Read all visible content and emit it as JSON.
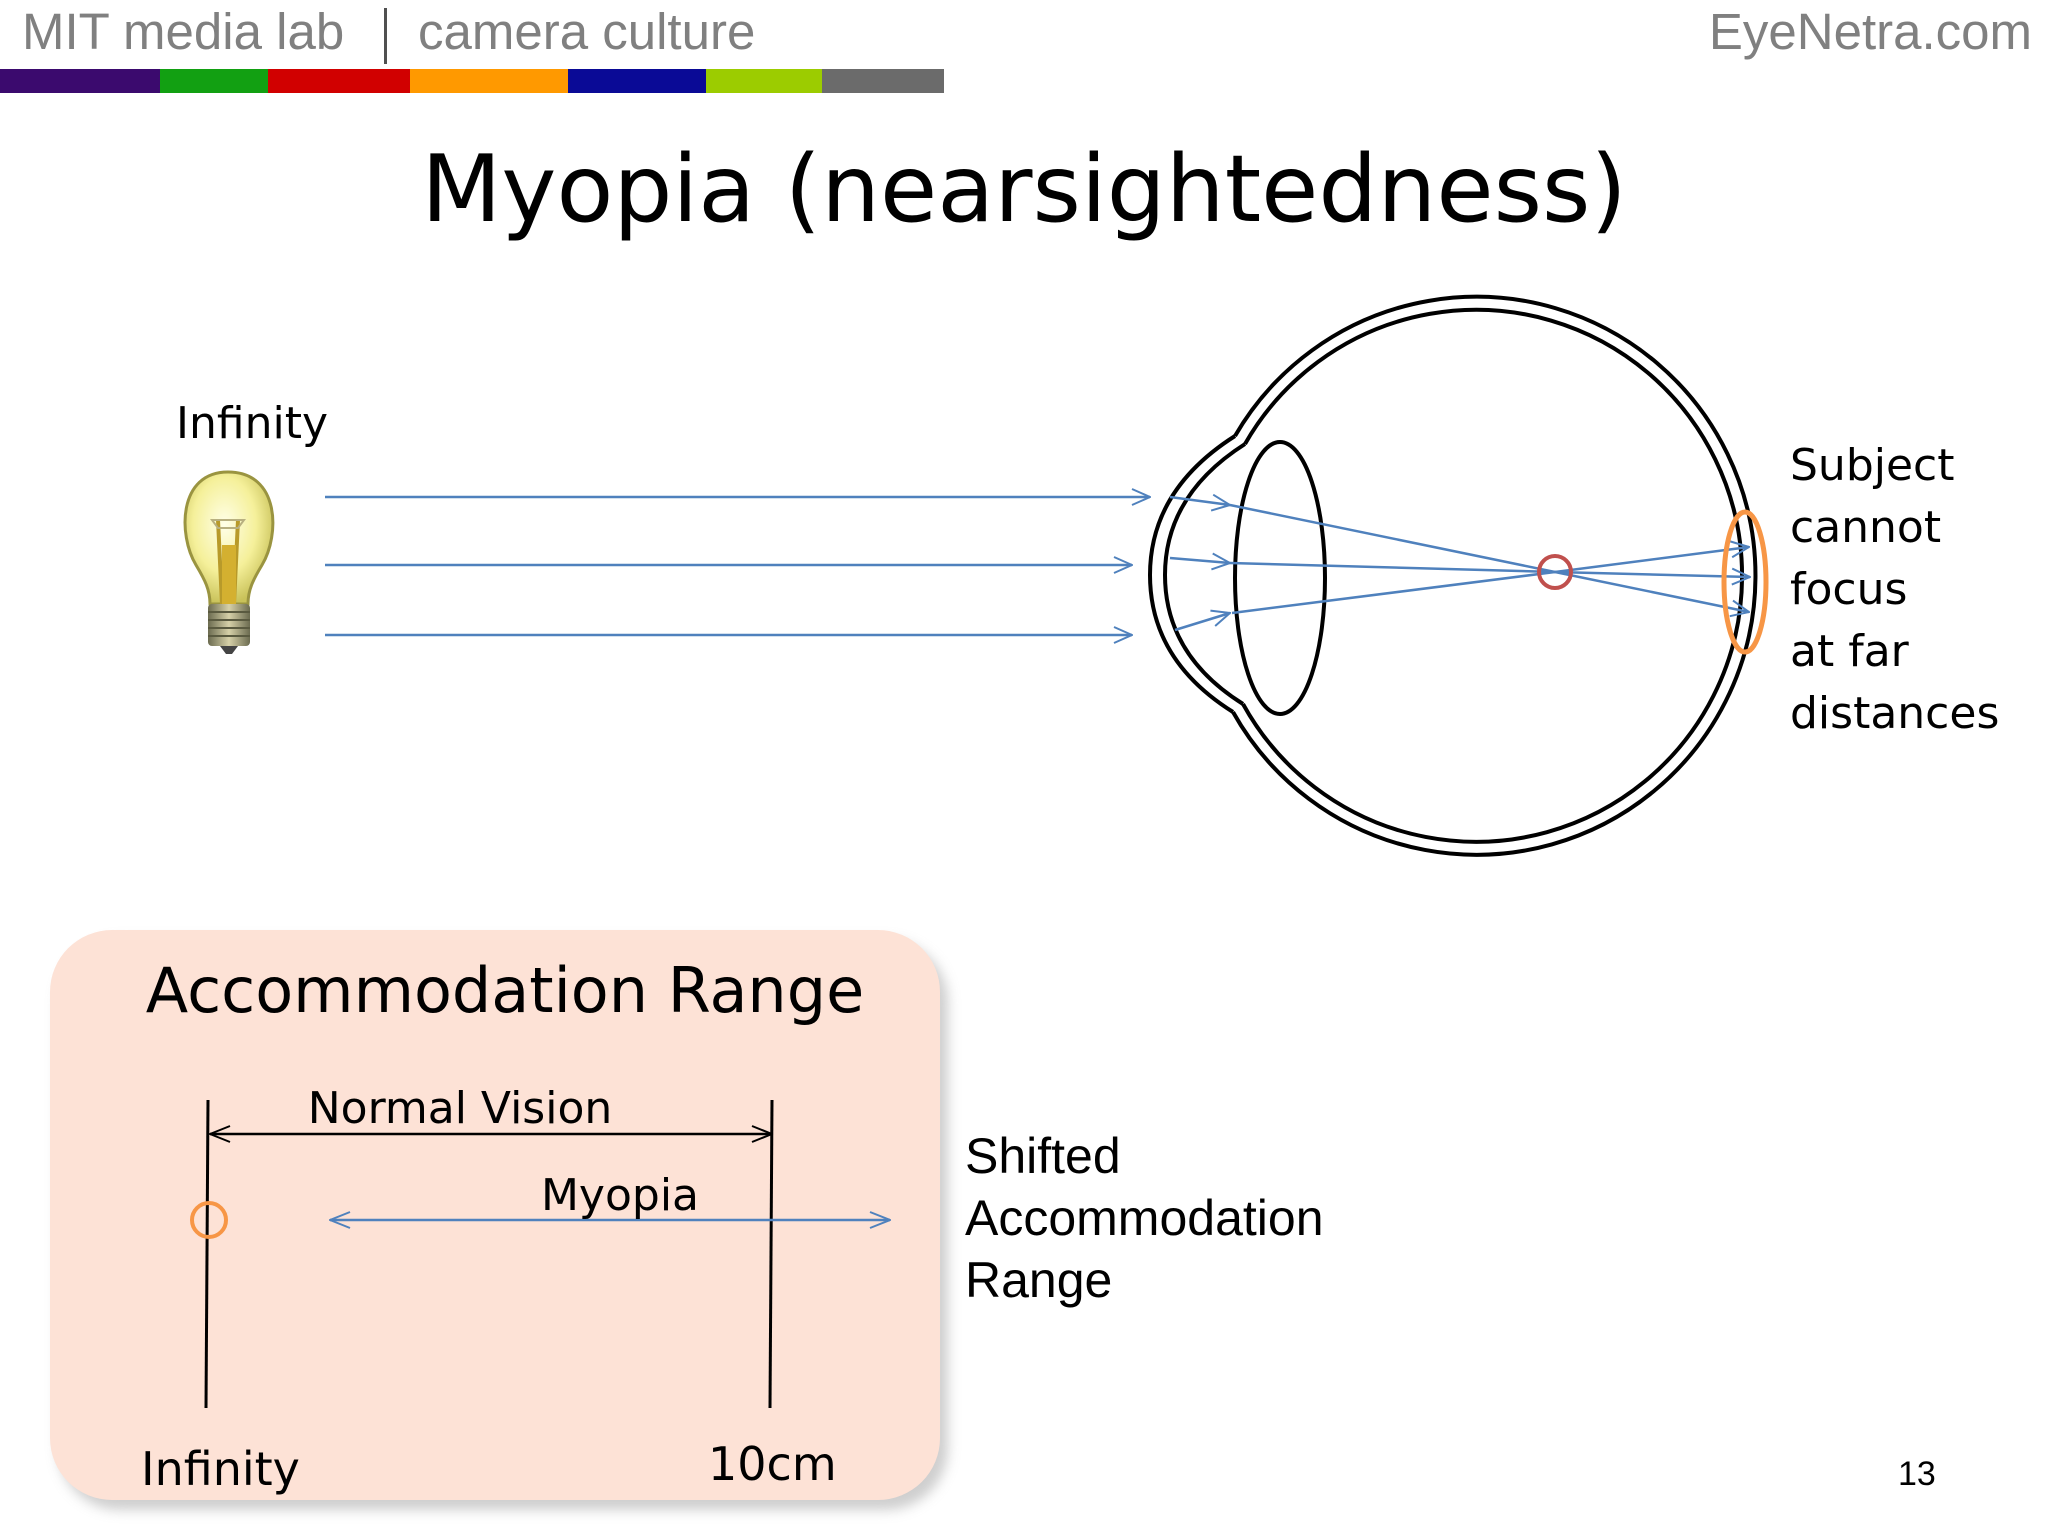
{
  "header": {
    "left_label": "MIT media lab",
    "right_label": "camera culture",
    "site": "EyeNetra.com",
    "bar_colors": [
      "#3b0a6e",
      "#12a012",
      "#d10000",
      "#ff9900",
      "#0a0a96",
      "#9ccc00",
      "#6b6b6b"
    ]
  },
  "title": "Myopia (nearsightedness)",
  "eye_diagram": {
    "source_label": "Infinity",
    "caption_lines": [
      "Subject",
      "cannot",
      "focus",
      "at far",
      "distances"
    ],
    "icons": [
      "light-bulb-icon",
      "eye-icon"
    ],
    "colors": {
      "rays": "#4f81bd",
      "focal_point": "#c0504d",
      "retina": "#f79646"
    }
  },
  "accommodation": {
    "title": "Accommodation Range",
    "normal_label": "Normal Vision",
    "myopia_label": "Myopia",
    "left_axis_label": "Infinity",
    "right_axis_label": "10cm",
    "box_color": "#fde2d6"
  },
  "side_note_lines": [
    "Shifted",
    "Accommodation",
    "Range"
  ],
  "page_number": "13"
}
